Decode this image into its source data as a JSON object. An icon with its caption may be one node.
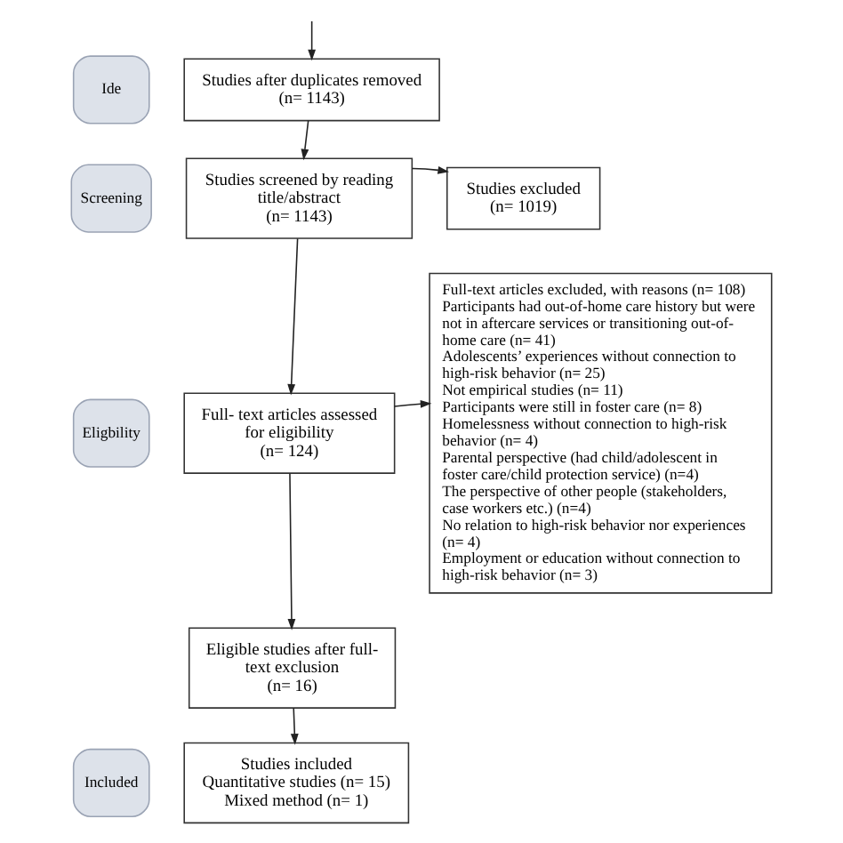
{
  "diagram": {
    "nodes": [
      {
        "text": [
          "Ide"
        ]
      },
      {
        "text": [
          "Studies after duplicates removed",
          "(n= 1143)"
        ]
      },
      {
        "text": [
          "Screening"
        ]
      },
      {
        "text": [
          "Studies screened by reading title/abstract",
          "(n= 1143)"
        ]
      },
      {
        "text": [
          "Studies excluded",
          "(n= 1019)"
        ]
      },
      {
        "text": [
          "Eligbility"
        ]
      },
      {
        "text": [
          "Full- text articles assessed for eligibility",
          "(n= 124)"
        ]
      },
      {
        "text": [
          "Full-text articles excluded, with reasons (n= 108)",
          "Participants had out-of-home care history but were not in aftercare services or transitioning out-of-home care (n= 41)",
          "Adolescents’ experiences without connection to high-risk behavior (n= 25)",
          "Not empirical studies (n= 11)",
          "Participants were still in foster care (n= 8)",
          "Homelessness without connection to high-risk behavior (n= 4)",
          "Parental perspective (had child/adolescent in foster care/child protection service) (n=4)",
          "The perspective of other people (stakeholders, case workers etc.) (n=4)",
          "No relation to high-risk behavior nor experiences (n= 4)",
          "Employment or education without connection to high-risk behavior (n= 3)"
        ]
      },
      {
        "text": [
          "Eligible studies after full-text exclusion",
          "(n= 16)"
        ]
      },
      {
        "text": [
          "Included"
        ]
      },
      {
        "text": [
          "Studies included",
          "Quantitative studies (n= 15)",
          "Mixed method (n= 1)"
        ]
      }
    ],
    "edges": [
      {
        "from": null,
        "to": 1,
        "arrow": "to"
      },
      {
        "from": 1,
        "to": 3,
        "arrow": "to"
      },
      {
        "from": 3,
        "to": 4,
        "arrow": "to"
      },
      {
        "from": 3,
        "to": 6,
        "arrow": "to"
      },
      {
        "from": 6,
        "to": 7,
        "arrow": "to"
      },
      {
        "from": 6,
        "to": 8,
        "arrow": "to"
      },
      {
        "from": 8,
        "to": 10,
        "arrow": "to"
      }
    ]
  }
}
